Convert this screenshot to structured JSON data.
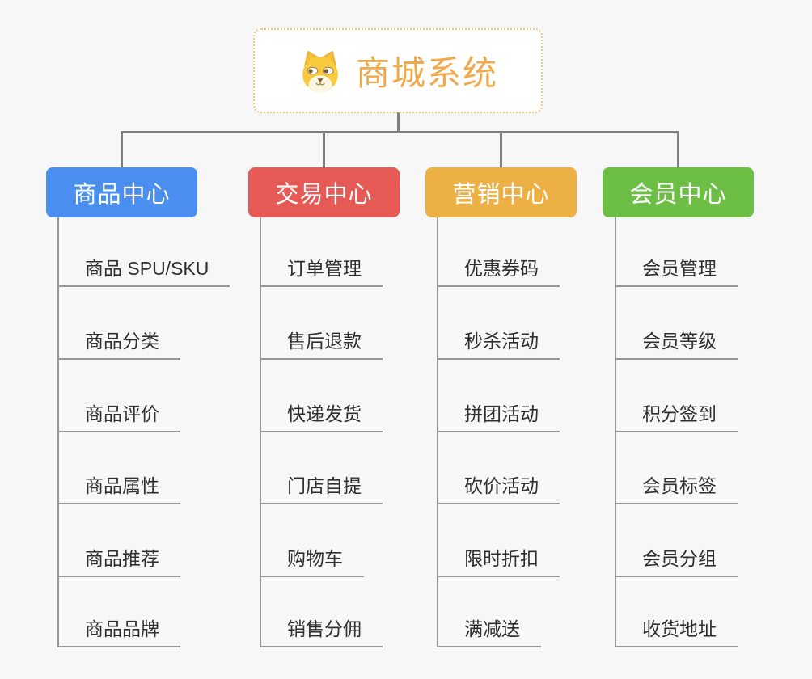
{
  "page": {
    "background_color": "#f7f7f7",
    "connector_color": "#7f7f7f",
    "leaf_line_color": "#969696",
    "leaf_text_color": "#2f2f2f"
  },
  "root": {
    "title": "商城系统",
    "icon": "dog-face-icon",
    "text_color": "#f0a94b",
    "border_color": "#f5c87f"
  },
  "branches": [
    {
      "label": "商品中心",
      "color": "#4a8ff0",
      "items": [
        "商品 SPU/SKU",
        "商品分类",
        "商品评价",
        "商品属性",
        "商品推荐",
        "商品品牌"
      ]
    },
    {
      "label": "交易中心",
      "color": "#e65a56",
      "items": [
        "订单管理",
        "售后退款",
        "快递发货",
        "门店自提",
        "购物车",
        "销售分佣"
      ]
    },
    {
      "label": "营销中心",
      "color": "#edb045",
      "items": [
        "优惠券码",
        "秒杀活动",
        "拼团活动",
        "砍价活动",
        "限时折扣",
        "满减送"
      ]
    },
    {
      "label": "会员中心",
      "color": "#6dbe45",
      "items": [
        "会员管理",
        "会员等级",
        "积分签到",
        "会员标签",
        "会员分组",
        "收货地址"
      ]
    }
  ]
}
